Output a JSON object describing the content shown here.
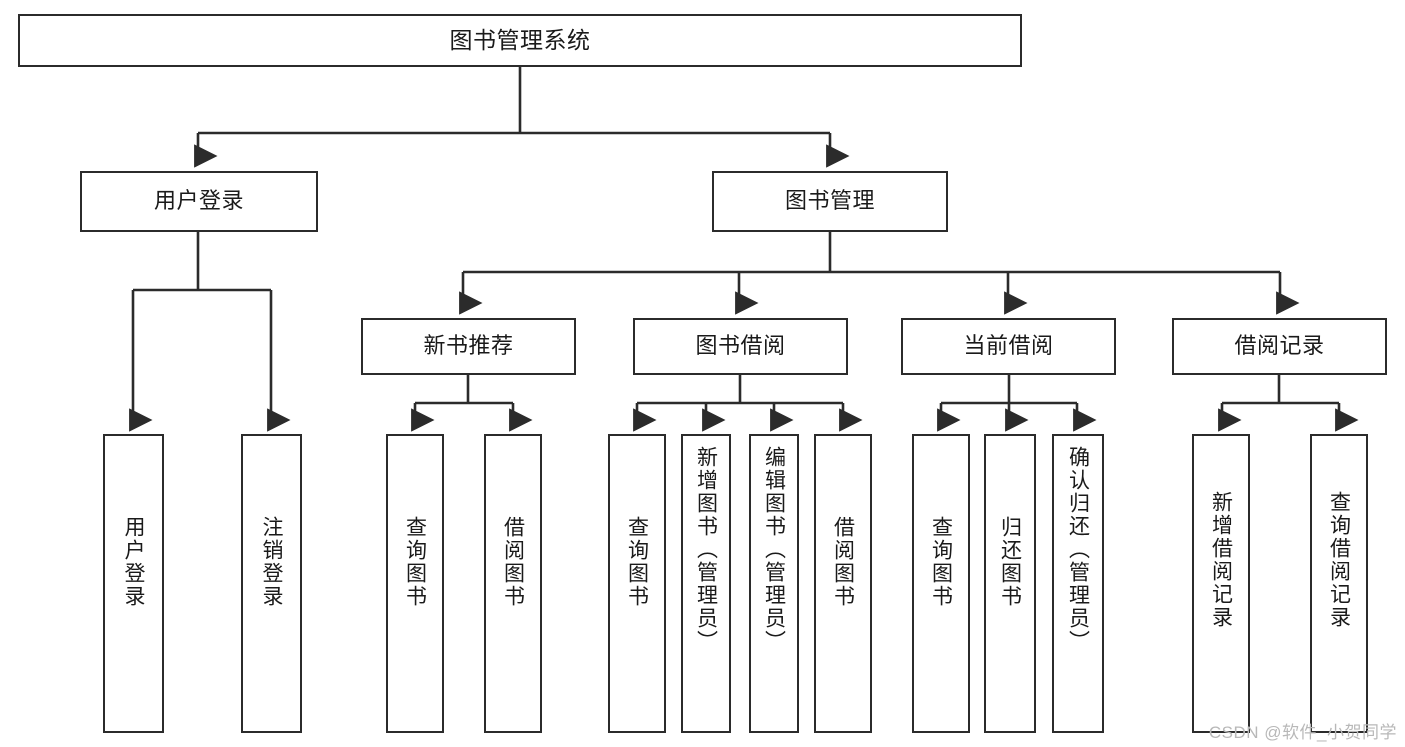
{
  "diagram": {
    "type": "tree-hierarchy",
    "title": "图书管理系统",
    "watermark": "CSDN @软件_小贺同学",
    "colors": {
      "box_border": "#2b2b2b",
      "box_fill": "#ffffff",
      "connector": "#2b2b2b",
      "watermark": "#b8b8b8",
      "background": "#ffffff"
    },
    "levels": {
      "root": {
        "label": "图书管理系统"
      },
      "level2": [
        {
          "id": "user-login",
          "label": "用户登录"
        },
        {
          "id": "book-manage",
          "label": "图书管理"
        }
      ],
      "level3": [
        {
          "id": "new-book-recommend",
          "label": "新书推荐",
          "parent": "book-manage"
        },
        {
          "id": "book-borrow",
          "label": "图书借阅",
          "parent": "book-manage"
        },
        {
          "id": "current-borrow",
          "label": "当前借阅",
          "parent": "book-manage"
        },
        {
          "id": "borrow-record",
          "label": "借阅记录",
          "parent": "book-manage"
        }
      ],
      "leaves": [
        {
          "id": "leaf-user-login",
          "label": "用户登录",
          "parent": "user-login"
        },
        {
          "id": "leaf-user-logout",
          "label": "注销登录",
          "parent": "user-login"
        },
        {
          "id": "leaf-query-book-1",
          "label": "查询图书",
          "parent": "new-book-recommend"
        },
        {
          "id": "leaf-borrow-book-1",
          "label": "借阅图书",
          "parent": "new-book-recommend"
        },
        {
          "id": "leaf-query-book-2",
          "label": "查询图书",
          "parent": "book-borrow"
        },
        {
          "id": "leaf-add-book",
          "label": "新增图书（管理员）",
          "parent": "book-borrow"
        },
        {
          "id": "leaf-edit-book",
          "label": "编辑图书（管理员）",
          "parent": "book-borrow"
        },
        {
          "id": "leaf-borrow-book-2",
          "label": "借阅图书",
          "parent": "book-borrow"
        },
        {
          "id": "leaf-query-book-3",
          "label": "查询图书",
          "parent": "current-borrow"
        },
        {
          "id": "leaf-return-book",
          "label": "归还图书",
          "parent": "current-borrow"
        },
        {
          "id": "leaf-confirm-return",
          "label": "确认归还（管理员）",
          "parent": "current-borrow"
        },
        {
          "id": "leaf-add-record",
          "label": "新增借阅记录",
          "parent": "borrow-record"
        },
        {
          "id": "leaf-query-record",
          "label": "查询借阅记录",
          "parent": "borrow-record"
        }
      ]
    }
  }
}
